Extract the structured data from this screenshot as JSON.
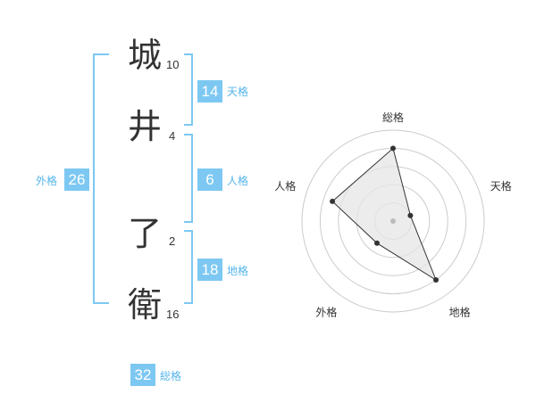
{
  "name": {
    "chars": [
      {
        "char": "城",
        "strokes": "10"
      },
      {
        "char": "井",
        "strokes": "4"
      },
      {
        "char": "了",
        "strokes": "2"
      },
      {
        "char": "衛",
        "strokes": "16"
      }
    ]
  },
  "kakusu": {
    "tenkaku": {
      "value": "14",
      "label": "天格"
    },
    "jinkaku": {
      "value": "6",
      "label": "人格"
    },
    "chikaku": {
      "value": "18",
      "label": "地格"
    },
    "gaikaku": {
      "value": "26",
      "label": "外格"
    },
    "soukaku": {
      "value": "32",
      "label": "総格"
    }
  },
  "chart_data": {
    "type": "radar",
    "axes": [
      "総格",
      "天格",
      "地格",
      "外格",
      "人格"
    ],
    "values": [
      4,
      1,
      4,
      1.5,
      3.5
    ],
    "max": 5,
    "grid": true,
    "colors": {
      "fill": "#e6e6e6",
      "line": "#333333",
      "grid": "#cccccc"
    }
  }
}
